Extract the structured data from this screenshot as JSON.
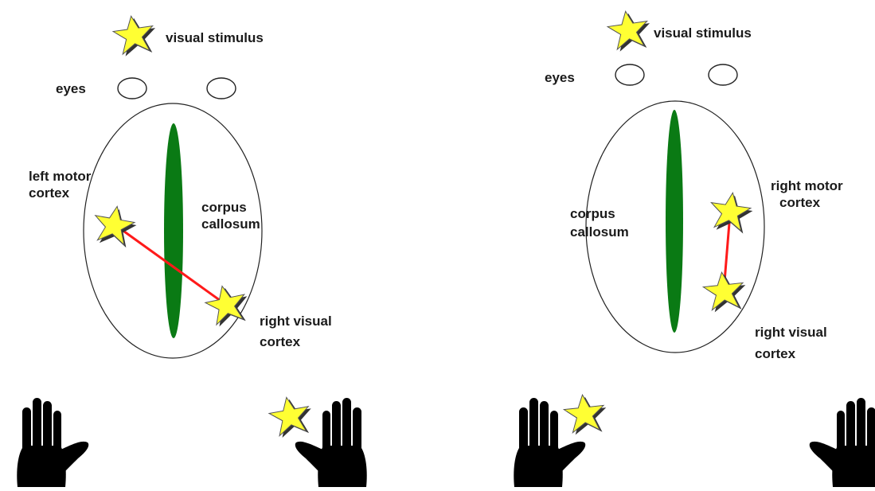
{
  "colors": {
    "star_fill": "#ffff33",
    "star_outline": "#555555",
    "corpus_callosum": "#0a7a14",
    "pathway_line": "#ff1a1a",
    "hand": "#000000",
    "outline": "#222222"
  },
  "left_panel": {
    "stimulus_label": "visual stimulus",
    "eyes_label": "eyes",
    "motor_label_line1": "left motor",
    "motor_label_line2": "cortex",
    "callosum_label_line1": "corpus",
    "callosum_label_line2": "callosum",
    "visual_label_line1": "right visual",
    "visual_label_line2": "cortex"
  },
  "right_panel": {
    "stimulus_label": "visual stimulus",
    "eyes_label": "eyes",
    "motor_label_line1": "right motor",
    "motor_label_line2": "cortex",
    "callosum_label_line1": "corpus",
    "callosum_label_line2": "callosum",
    "visual_label_line1": "right visual",
    "visual_label_line2": "cortex"
  },
  "icons": {
    "star": "star-icon",
    "hand": "hand-icon",
    "eye": "eye-icon"
  }
}
